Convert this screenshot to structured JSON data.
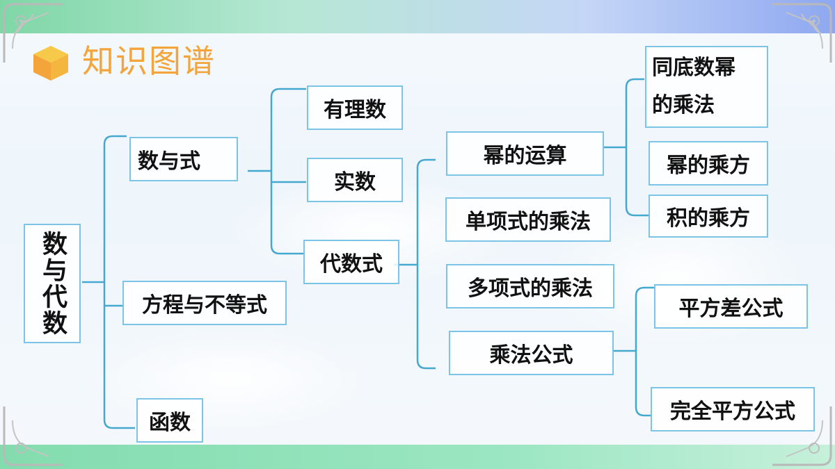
{
  "title": "知识图谱",
  "nodes": {
    "root": "数与代数",
    "shu_yu_shi": "数与式",
    "fangcheng": "方程与不等式",
    "hanshu": "函数",
    "youlishu": "有理数",
    "shishu": "实数",
    "daishushi": "代数式",
    "mi_yunsuan": "幂的运算",
    "danxiangshi": "单项式的乘法",
    "duoxiangshi": "多项式的乘法",
    "chengfa_gongshi": "乘法公式",
    "tongdi_line1": "同底数幂",
    "tongdi_line2": "的乘法",
    "mi_chengfang": "幂的乘方",
    "ji_chengfang": "积的乘方",
    "pingfangcha": "平方差公式",
    "wanquan": "完全平方公式"
  },
  "colors": {
    "title": "#f3a43b",
    "box_border": "#7cc4e5",
    "connector": "#44a8cf"
  }
}
